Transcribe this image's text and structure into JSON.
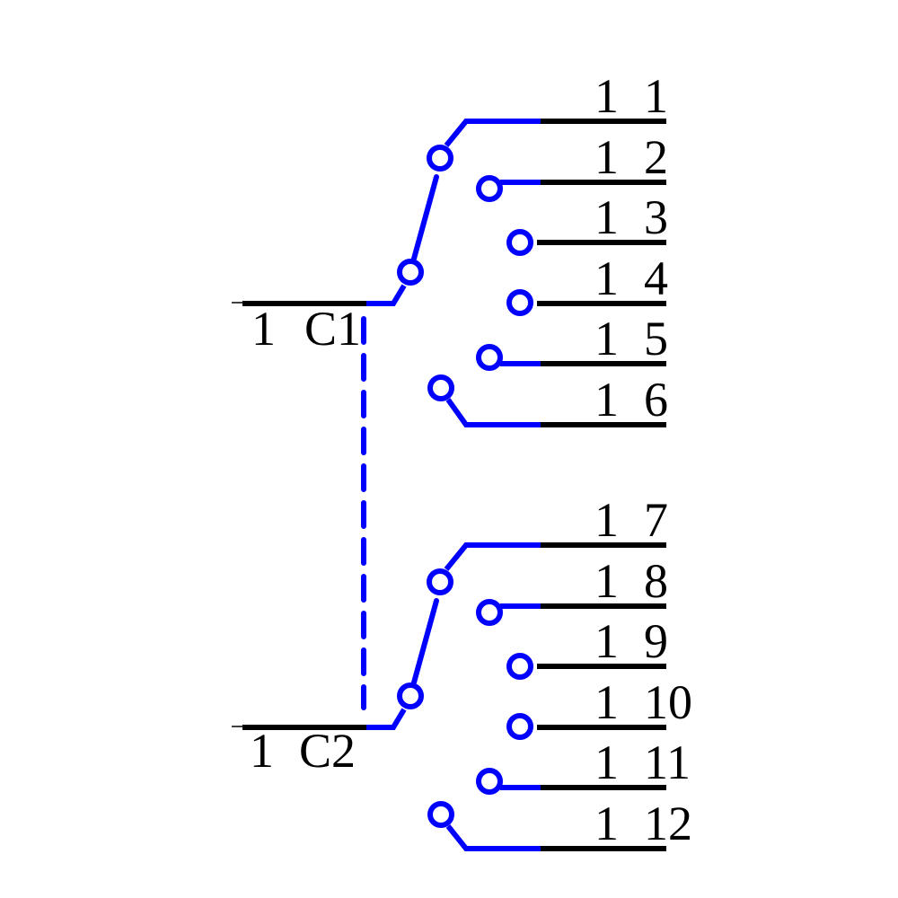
{
  "diagram": {
    "type": "rotary-switch-schematic",
    "colors": {
      "wire": "#000000",
      "switch": "#0000ff",
      "background": "#ffffff"
    },
    "commons": [
      {
        "label": "1_C1",
        "prefix": "1",
        "name": "C1"
      },
      {
        "label": "1_C2",
        "prefix": "1",
        "name": "C2"
      }
    ],
    "pins": [
      {
        "prefix": "1",
        "num": "1"
      },
      {
        "prefix": "1",
        "num": "2"
      },
      {
        "prefix": "1",
        "num": "3"
      },
      {
        "prefix": "1",
        "num": "4"
      },
      {
        "prefix": "1",
        "num": "5"
      },
      {
        "prefix": "1",
        "num": "6"
      },
      {
        "prefix": "1",
        "num": "7"
      },
      {
        "prefix": "1",
        "num": "8"
      },
      {
        "prefix": "1",
        "num": "9"
      },
      {
        "prefix": "1",
        "num": "10"
      },
      {
        "prefix": "1",
        "num": "11"
      },
      {
        "prefix": "1",
        "num": "12"
      }
    ]
  }
}
